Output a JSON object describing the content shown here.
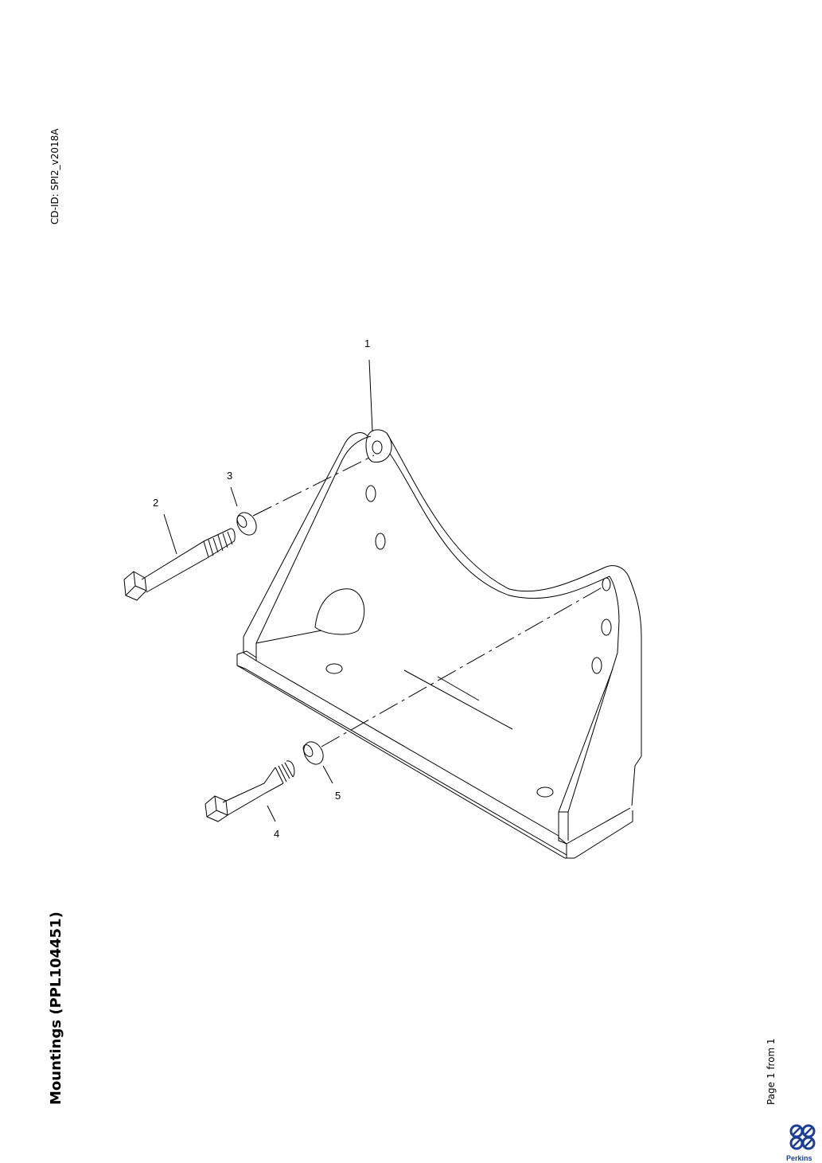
{
  "document": {
    "cd_id": "CD-ID: SPI2_v2018A",
    "title": "Mountings (PPL104451)",
    "page": "Page 1 from 1"
  },
  "callouts": [
    "1",
    "2",
    "3",
    "4",
    "5"
  ],
  "logo": {
    "text": "Perkins",
    "color": "#1b3e94"
  }
}
